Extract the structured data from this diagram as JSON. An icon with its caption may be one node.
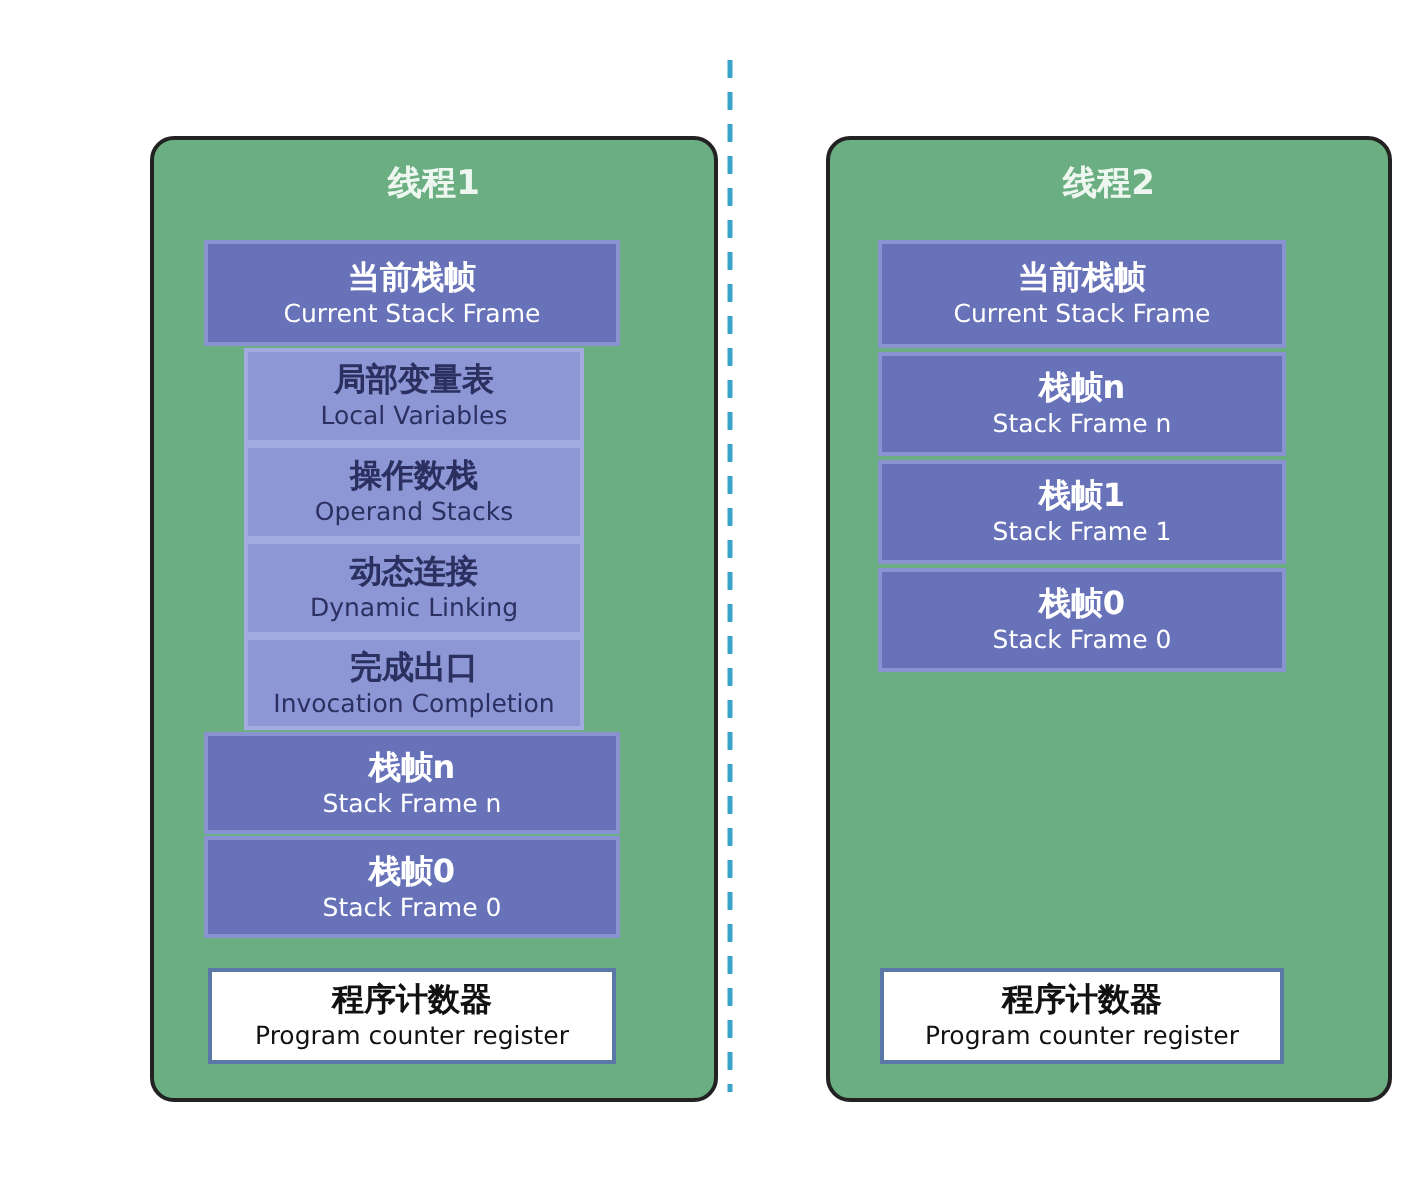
{
  "diagram": {
    "nodes": [
      {
        "text": [
          "线程1"
        ]
      },
      {
        "text": [
          "当前栈帧",
          "Current Stack Frame"
        ],
        "in": 0
      },
      {
        "text": [
          "局部变量表",
          "Local Variables"
        ],
        "in": 0
      },
      {
        "text": [
          "操作数栈",
          "Operand Stacks"
        ],
        "in": 0
      },
      {
        "text": [
          "动态连接",
          "Dynamic Linking"
        ],
        "in": 0
      },
      {
        "text": [
          "完成出口",
          "Invocation Completion"
        ],
        "in": 0
      },
      {
        "text": [
          "栈帧n",
          "Stack Frame n"
        ],
        "in": 0
      },
      {
        "text": [
          "栈帧0",
          "Stack Frame 0"
        ],
        "in": 0
      },
      {
        "text": [
          "程序计数器",
          "Program counter register"
        ],
        "in": 0
      },
      {
        "text": [
          "线程2"
        ]
      },
      {
        "text": [
          "当前栈帧",
          "Current Stack Frame"
        ],
        "in": 9
      },
      {
        "text": [
          "栈帧n",
          "Stack Frame n"
        ],
        "in": 9
      },
      {
        "text": [
          "栈帧1",
          "Stack Frame 1"
        ],
        "in": 9
      },
      {
        "text": [
          "栈帧0",
          "Stack Frame 0"
        ],
        "in": 9
      },
      {
        "text": [
          "程序计数器",
          "Program counter register"
        ],
        "in": 9
      }
    ]
  }
}
